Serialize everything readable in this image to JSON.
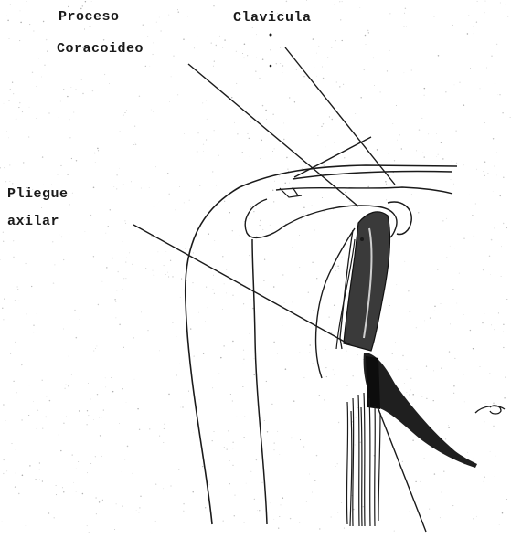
{
  "labels": {
    "proceso": "Proceso",
    "coracoideo": "Coracoideo",
    "clavicula": "Clavicula",
    "pliegue": "Pliegue",
    "axilar": "axilar"
  },
  "colors": {
    "ink": "#1a1a1a",
    "paper": "#ffffff",
    "speckle": "#8a8a8a"
  }
}
